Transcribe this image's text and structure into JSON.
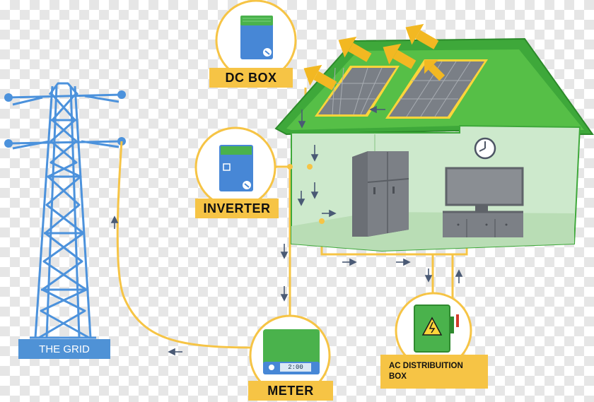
{
  "labels": {
    "dc_box": "DC BOX",
    "inverter": "INVERTER",
    "meter": "METER",
    "ac_box_line1": "AC DISTRIBUITION",
    "ac_box_line2": "BOX",
    "grid": "THE GRID",
    "meter_reading": "2:00"
  },
  "colors": {
    "wire": "#f6c445",
    "roof": "#3ea83a",
    "house_wall": "#cde9cc",
    "tower": "#4c92dc",
    "device_green": "#4ab24c",
    "device_blue": "#4787d6",
    "label_yellow": "#f6c445",
    "grid_label_blue": "#4f92d6",
    "arrow": "#4a5a75",
    "sun_arrow": "#f2b822"
  },
  "icons": [
    "sun-ray-arrow-icon",
    "clock-icon",
    "lightning-warning-icon",
    "flow-arrow-icon"
  ]
}
